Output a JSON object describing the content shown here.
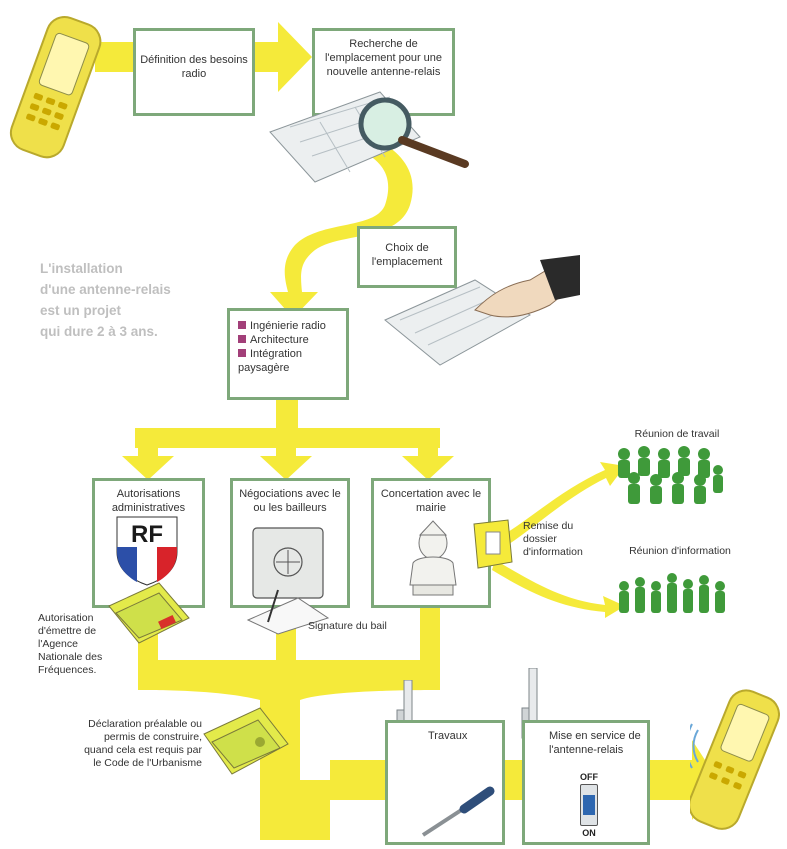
{
  "intro": {
    "line1": "L'installation",
    "line2": "d'une antenne-relais",
    "line3": "est un projet",
    "line4": "qui dure 2 à 3 ans."
  },
  "steps": {
    "definition": "Définition des besoins radio",
    "recherche": "Recherche de l'emplacement pour une nouvelle antenne-relais",
    "choix": "Choix de l'emplacement",
    "etude": {
      "item1": "Ingénierie radio",
      "item2": "Architecture",
      "item3": "Intégration paysagère"
    },
    "autorisations": "Autorisations administratives",
    "negociations": "Négociations avec le ou les bailleurs",
    "concertation": "Concertation avec le mairie",
    "travaux": "Travaux",
    "mise_en_service": "Mise en service de l'antenne-relais"
  },
  "notes": {
    "rf": "RF",
    "autorisation_emettre": "Autorisation d'émettre de l'Agence Nationale des Fréquences.",
    "signature": "Signature du bail",
    "remise": "Remise du dossier d'information",
    "reunion_travail": "Réunion de travail",
    "reunion_information": "Réunion d'information",
    "declaration": "Déclaration préalable ou permis de construire, quand cela est requis par le Code de l'Urbanisme",
    "off": "OFF",
    "on": "ON"
  },
  "colors": {
    "flow": "#f5ea3a",
    "box_border": "#7ea87a",
    "bullet": "#a23f79",
    "crowd": "#3f9a3a",
    "phone": "#efe04a"
  }
}
